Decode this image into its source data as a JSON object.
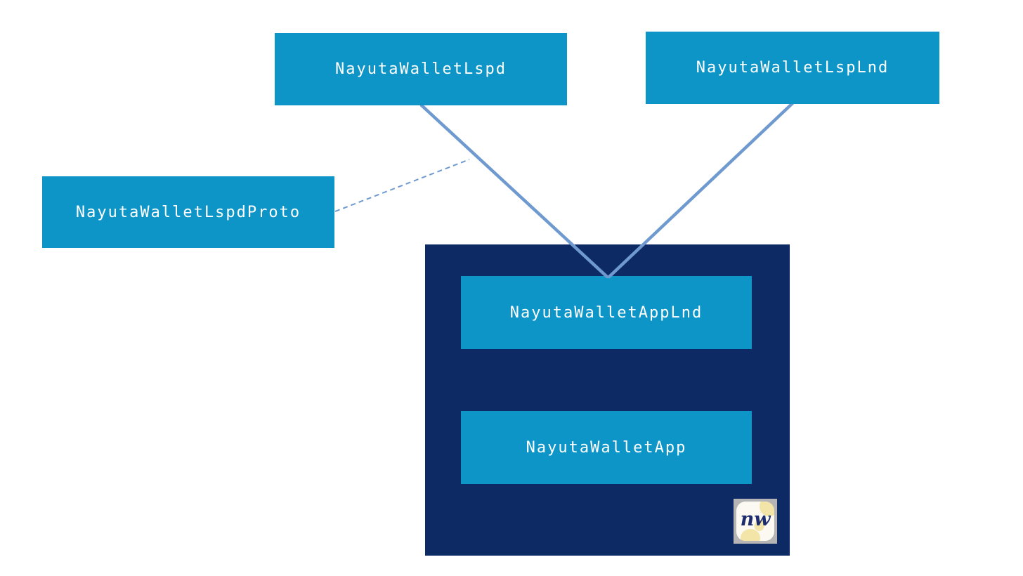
{
  "colors": {
    "node_fill": "#0d95c8",
    "container_fill": "#0e2a64",
    "connector": "#6f9ad0",
    "label_text": "#ffffff",
    "logo_tile": "#b5b5b5",
    "logo_bg": "#fbf9f1",
    "logo_blob": "#f2e5a7",
    "logo_text_color": "#1d2c6e",
    "page_bg": "#ffffff"
  },
  "nodes": {
    "lspd": {
      "label": "NayutaWalletLspd"
    },
    "lsplnd": {
      "label": "NayutaWalletLspLnd"
    },
    "lspdproto": {
      "label": "NayutaWalletLspdProto"
    },
    "applnd": {
      "label": "NayutaWalletAppLnd"
    },
    "app": {
      "label": "NayutaWalletApp"
    }
  },
  "edges": [
    {
      "from": "NayutaWalletLspd",
      "to": "NayutaWalletAppLnd",
      "style": "solid"
    },
    {
      "from": "NayutaWalletLspLnd",
      "to": "NayutaWalletAppLnd",
      "style": "solid"
    },
    {
      "from": "NayutaWalletLspdProto",
      "to": "NayutaWalletLspd",
      "style": "dashed"
    }
  ],
  "logo": {
    "text": "nw"
  }
}
